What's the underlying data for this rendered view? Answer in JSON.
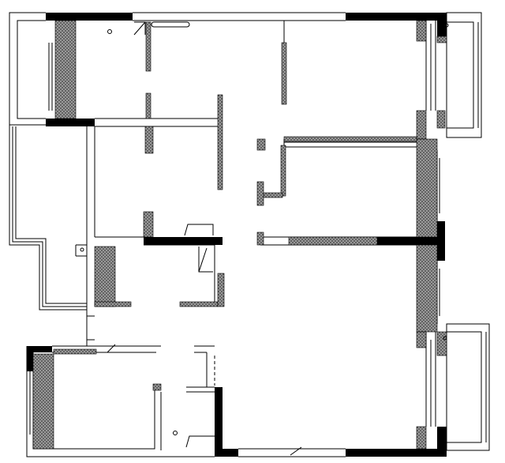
{
  "drawing": {
    "kind": "floor-plan",
    "background": "#ffffff",
    "line_color": "#000000",
    "fill_colors": {
      "solid_wall": "#000000",
      "hatched_wall": "#8c8c8c",
      "hatch_dot": "#3a3a3a",
      "glazing": "#ffffff"
    },
    "symbols": [
      "balcony-window",
      "door-swing",
      "fixture-circle",
      "dashed-opening"
    ],
    "printed_text": []
  }
}
